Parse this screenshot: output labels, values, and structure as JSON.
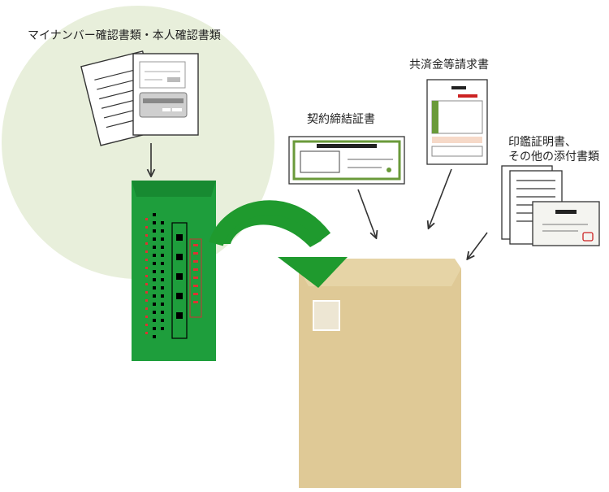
{
  "labels": {
    "mynumber_docs": "マイナンバー確認書類・本人確認書類",
    "kyosai_form": "共済金等請求書",
    "contract_cert": "契約締結証書",
    "seal_cert_line1": "印鑑証明書、",
    "seal_cert_line2": "その他の添付書類"
  },
  "colors": {
    "circle_bg": "#e8efdb",
    "green_envelope": "#1e9e3c",
    "arrow_green": "#1f9a2e",
    "kraft_envelope": "#dfc996",
    "doc_accent_green": "#6a9a3a",
    "doc_accent_red": "#cc2222"
  },
  "icons": [
    "document-stack-icon",
    "id-card-icon",
    "green-envelope-icon",
    "curved-arrow-icon",
    "kraft-envelope-icon",
    "form-document-icon",
    "certificate-icon",
    "postcard-icon"
  ]
}
